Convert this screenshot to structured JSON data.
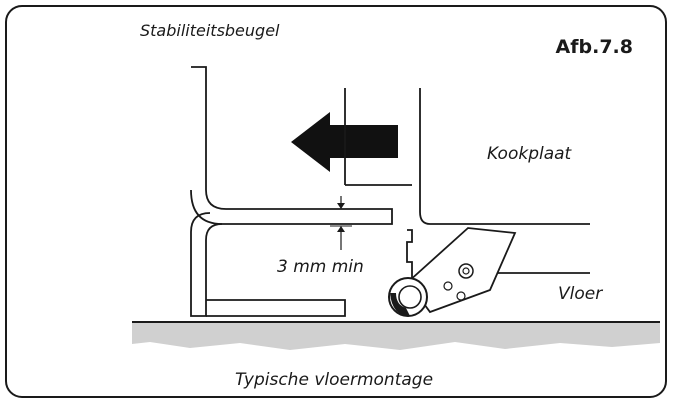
{
  "figure": {
    "id": "Afb.7.8",
    "caption": "Typische vloermontage"
  },
  "labels": {
    "bracket": "Stabiliteitsbeugel",
    "hob": "Kookplaat",
    "gap": "3 mm min",
    "floor": "Vloer"
  },
  "colors": {
    "line": "#1a1a1a",
    "arrow": "#111111",
    "floor_fill": "#d0d0d0",
    "background": "#ffffff"
  },
  "icons": {
    "direction_arrow": "left-arrow-icon"
  }
}
